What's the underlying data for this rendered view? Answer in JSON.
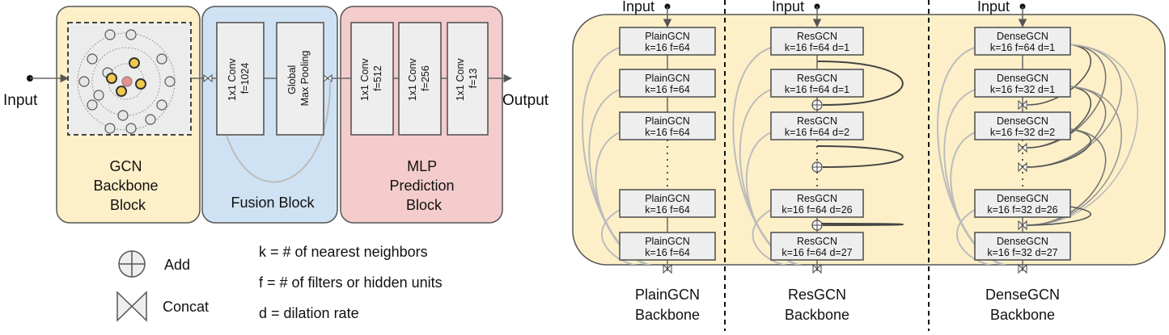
{
  "left": {
    "input_label": "Input",
    "output_label": "Output",
    "gcn_block": [
      "GCN",
      "Backbone",
      "Block"
    ],
    "fusion_block": "Fusion Block",
    "mlp_block": [
      "MLP",
      "Prediction",
      "Block"
    ],
    "fusion_layers": [
      [
        "1x1 Conv",
        "f=1024"
      ],
      [
        "Global",
        "Max Pooling"
      ]
    ],
    "mlp_layers": [
      [
        "1x1 Conv",
        "f=512"
      ],
      [
        "1x1 Conv",
        "f=256"
      ],
      [
        "1x1 Conv",
        "f=13"
      ]
    ],
    "colors": {
      "gcn": "#fdf0c8",
      "fusion": "#cfe2f3",
      "mlp": "#f4cccc",
      "point_highlight": "#f2c94c",
      "point_center": "#ea8e8e"
    }
  },
  "legend": {
    "add": "Add",
    "concat": "Concat",
    "k_def": "k = # of nearest neighbors",
    "f_def": "f = # of filters or hidden units",
    "d_def": "d = dilation rate"
  },
  "backbones": [
    {
      "input_label": "Input",
      "caption": [
        "PlainGCN",
        "Backbone"
      ],
      "layers": [
        [
          "PlainGCN",
          "k=16 f=64"
        ],
        [
          "PlainGCN",
          "k=16 f=64"
        ],
        [
          "PlainGCN",
          "k=16 f=64"
        ],
        [
          "PlainGCN",
          "k=16 f=64"
        ],
        [
          "PlainGCN",
          "k=16 f=64"
        ]
      ]
    },
    {
      "input_label": "Input",
      "caption": [
        "ResGCN",
        "Backbone"
      ],
      "layers": [
        [
          "ResGCN",
          "k=16 f=64 d=1"
        ],
        [
          "ResGCN",
          "k=16 f=64 d=1"
        ],
        [
          "ResGCN",
          "k=16 f=64 d=2"
        ],
        [
          "ResGCN",
          "k=16 f=64 d=26"
        ],
        [
          "ResGCN",
          "k=16 f=64 d=27"
        ]
      ]
    },
    {
      "input_label": "Input",
      "caption": [
        "DenseGCN",
        "Backbone"
      ],
      "layers": [
        [
          "DenseGCN",
          "k=16 f=64 d=1"
        ],
        [
          "DenseGCN",
          "k=16 f=32 d=1"
        ],
        [
          "DenseGCN",
          "k=16 f=32 d=2"
        ],
        [
          "DenseGCN",
          "k=16 f=32 d=26"
        ],
        [
          "DenseGCN",
          "k=16 f=32 d=27"
        ]
      ]
    }
  ],
  "backbone_bg_color": "#fdf0c8"
}
